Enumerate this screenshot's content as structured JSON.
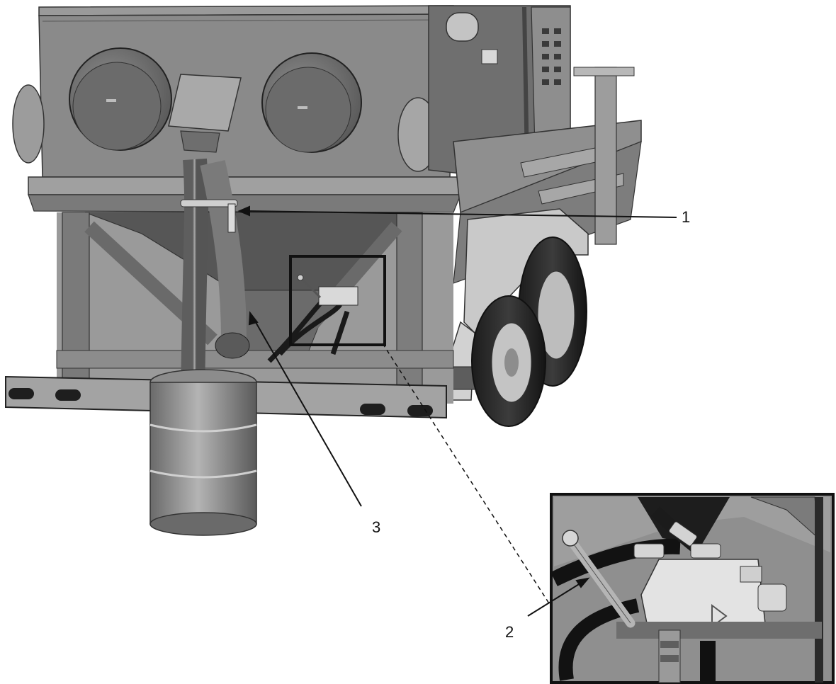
{
  "callouts": [
    {
      "id": "1",
      "label": "1"
    },
    {
      "id": "2",
      "label": "2"
    },
    {
      "id": "3",
      "label": "3"
    }
  ],
  "colors": {
    "background": "#ffffff",
    "metal_light": "#b9b9b9",
    "metal_mid": "#8a8a8a",
    "metal_dark": "#5c5c5c",
    "shadow": "#2e2e2e",
    "line": "#111111"
  }
}
